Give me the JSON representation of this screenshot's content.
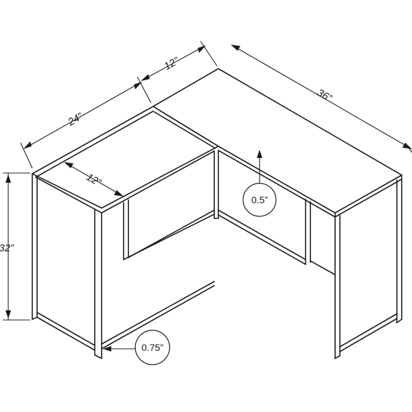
{
  "dimensions": {
    "width_left": "24”",
    "width_mid": "12”",
    "width_right": "36”",
    "depth_left": "12”",
    "height": "32”"
  },
  "callouts": {
    "top_thickness": "0.5”",
    "leg_thickness": "0.75”"
  },
  "colors": {
    "line": "#1a1a1a",
    "background": "#ffffff"
  }
}
